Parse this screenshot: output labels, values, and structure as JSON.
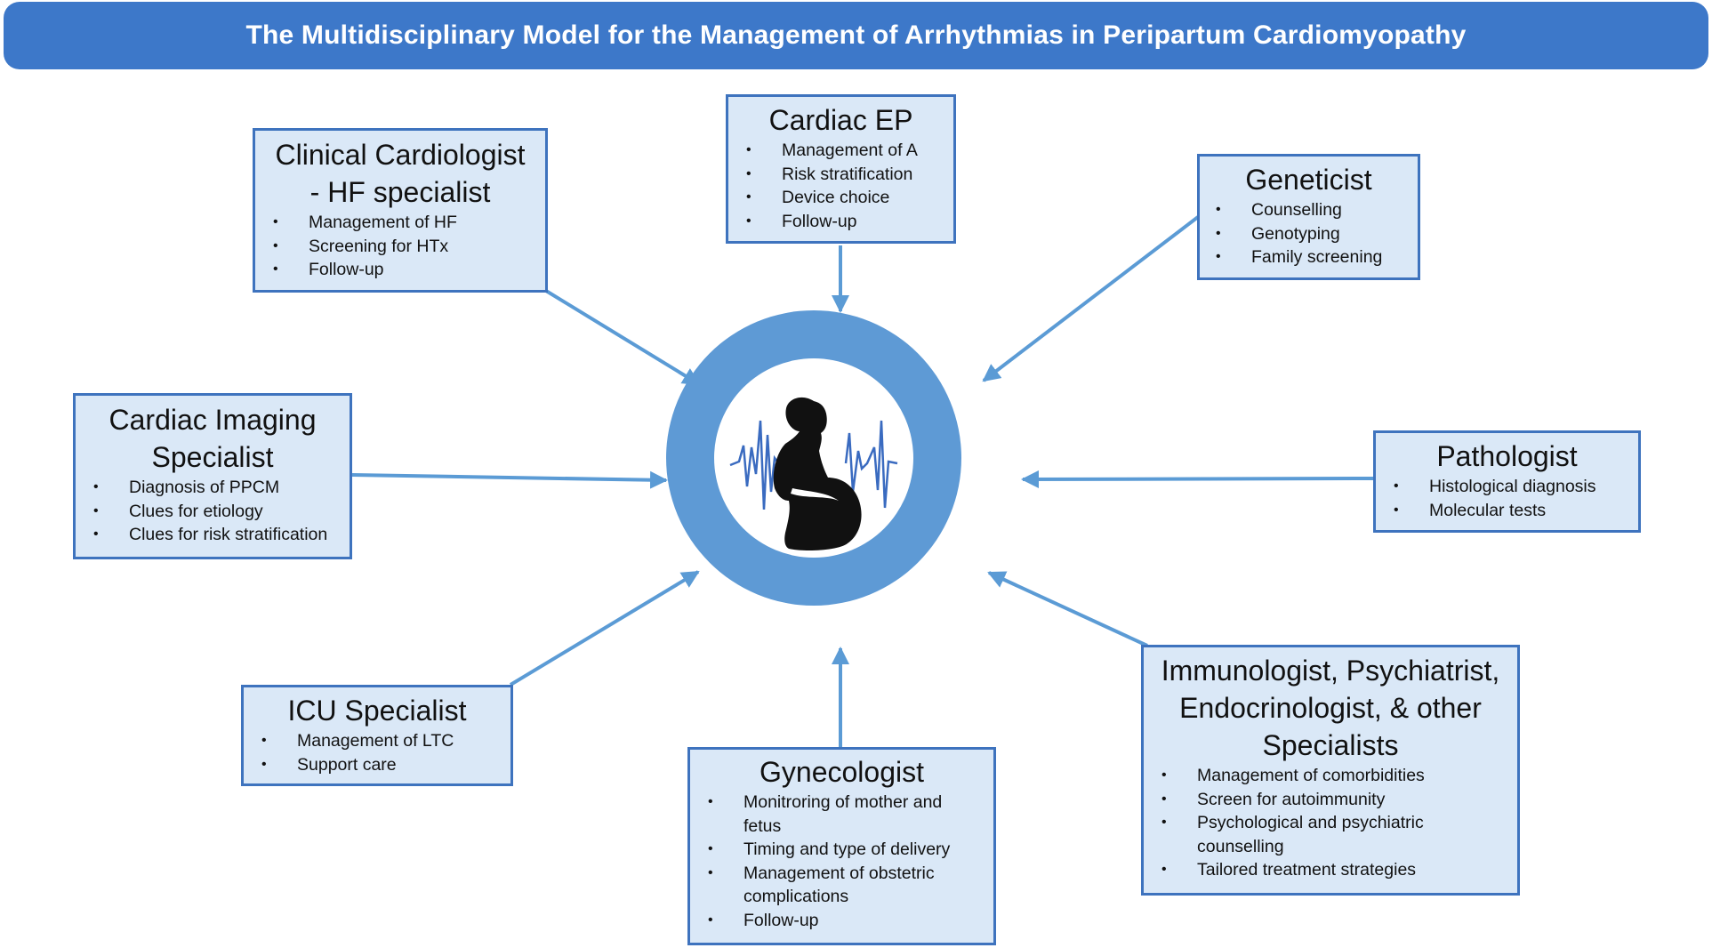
{
  "title": "The Multidisciplinary Model for the Management of Arrhythmias in Peripartum Cardiomyopathy",
  "colors": {
    "banner": "#3d78c9",
    "box_fill": "#dae8f7",
    "box_border": "#3e73be",
    "arrow": "#5b9bd5",
    "ring": "#5e9ad5",
    "pulse": "#3a6bc0"
  },
  "center_icon": "pregnant-woman-heartbeat-icon",
  "specialists": {
    "clinical": {
      "title_lines": [
        "Clinical Cardiologist",
        "- HF specialist"
      ],
      "items": [
        "Management of HF",
        "Screening for HTx",
        "Follow-up"
      ]
    },
    "ep": {
      "title_lines": [
        "Cardiac EP"
      ],
      "items": [
        "Management of A",
        "Risk stratification",
        "Device choice",
        "Follow-up"
      ]
    },
    "geneticist": {
      "title_lines": [
        "Geneticist"
      ],
      "items": [
        "Counselling",
        "Genotyping",
        "Family screening"
      ]
    },
    "imaging": {
      "title_lines": [
        "Cardiac Imaging",
        "Specialist"
      ],
      "items": [
        "Diagnosis of PPCM",
        "Clues for etiology",
        "Clues for risk stratification"
      ]
    },
    "pathologist": {
      "title_lines": [
        "Pathologist"
      ],
      "items": [
        "Histological diagnosis",
        "Molecular tests"
      ]
    },
    "icu": {
      "title_lines": [
        "ICU Specialist"
      ],
      "items": [
        "Management of LTC",
        "Support care"
      ]
    },
    "gyn": {
      "title_lines": [
        "Gynecologist"
      ],
      "items": [
        "Monitroring of mother and",
        "fetus",
        "Timing and type of delivery",
        "Management of obstetric",
        "complications",
        "Follow-up"
      ]
    },
    "others": {
      "title_lines": [
        "Immunologist, Psychiatrist,",
        "Endocrinologist, & other",
        "Specialists"
      ],
      "items": [
        "Management of comorbidities",
        "Screen for autoimmunity",
        "Psychological and psychiatric",
        "counselling",
        "Tailored treatment strategies"
      ]
    }
  }
}
